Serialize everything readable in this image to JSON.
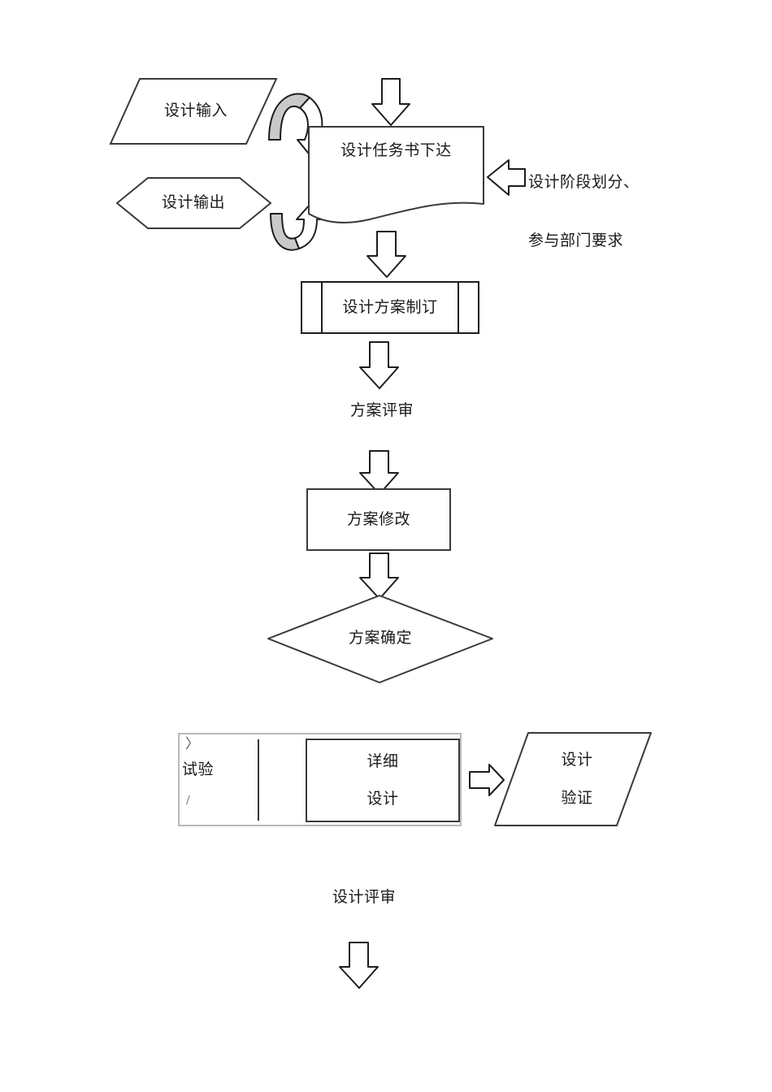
{
  "document": {
    "title": "设计流程图",
    "background_color": "#ffffff",
    "line_color": "#262626",
    "text_color": "#1a1a1a",
    "arc_fill_color": "#c9c9c9",
    "table_border_color": "#b9b9b9"
  },
  "nodes": {
    "design_input": {
      "label": "设计输入",
      "shape": "parallelogram"
    },
    "design_output": {
      "label": "设计输出",
      "shape": "hexagon"
    },
    "task_assignment": {
      "label": "设计任务书下达",
      "shape": "document"
    },
    "stage_requirements": {
      "line1": "设计阶段划分、",
      "line2": "参与部门要求",
      "shape": "annotation-text"
    },
    "plan_creation": {
      "label": "设计方案制订",
      "shape": "predefined-process"
    },
    "plan_review": {
      "label": "方案评审",
      "shape": "text"
    },
    "plan_revision": {
      "label": "方案修改",
      "shape": "rectangle"
    },
    "plan_confirm": {
      "label": "方案确定",
      "shape": "diamond"
    },
    "experiment": {
      "label": "试验",
      "shape": "table-cell",
      "mark_top": "〉",
      "mark_bottom": "∕"
    },
    "detailed_design": {
      "line1": "详细",
      "line2": "设计",
      "shape": "rectangle"
    },
    "design_verification": {
      "line1": "设计",
      "line2": "验证",
      "shape": "parallelogram"
    },
    "design_review": {
      "label": "设计评审",
      "shape": "text"
    }
  },
  "connectors": [
    {
      "name": "arc-input-to-task",
      "type": "curved-arrow",
      "direction": "down-right"
    },
    {
      "name": "arc-output-to-task",
      "type": "curved-arrow",
      "direction": "up-right"
    },
    {
      "name": "arrow-top-into-task",
      "type": "block-arrow",
      "direction": "down"
    },
    {
      "name": "arrow-requirements-into-task",
      "type": "block-arrow",
      "direction": "left"
    },
    {
      "name": "arrow-task-to-plan",
      "type": "block-arrow",
      "direction": "down"
    },
    {
      "name": "arrow-plan-to-review",
      "type": "block-arrow",
      "direction": "down"
    },
    {
      "name": "arrow-review-to-revision",
      "type": "block-arrow",
      "direction": "down"
    },
    {
      "name": "arrow-revision-to-confirm",
      "type": "block-arrow",
      "direction": "down"
    },
    {
      "name": "arrow-detail-to-verification",
      "type": "block-arrow",
      "direction": "right"
    },
    {
      "name": "arrow-bottom-out",
      "type": "block-arrow",
      "direction": "down"
    }
  ]
}
